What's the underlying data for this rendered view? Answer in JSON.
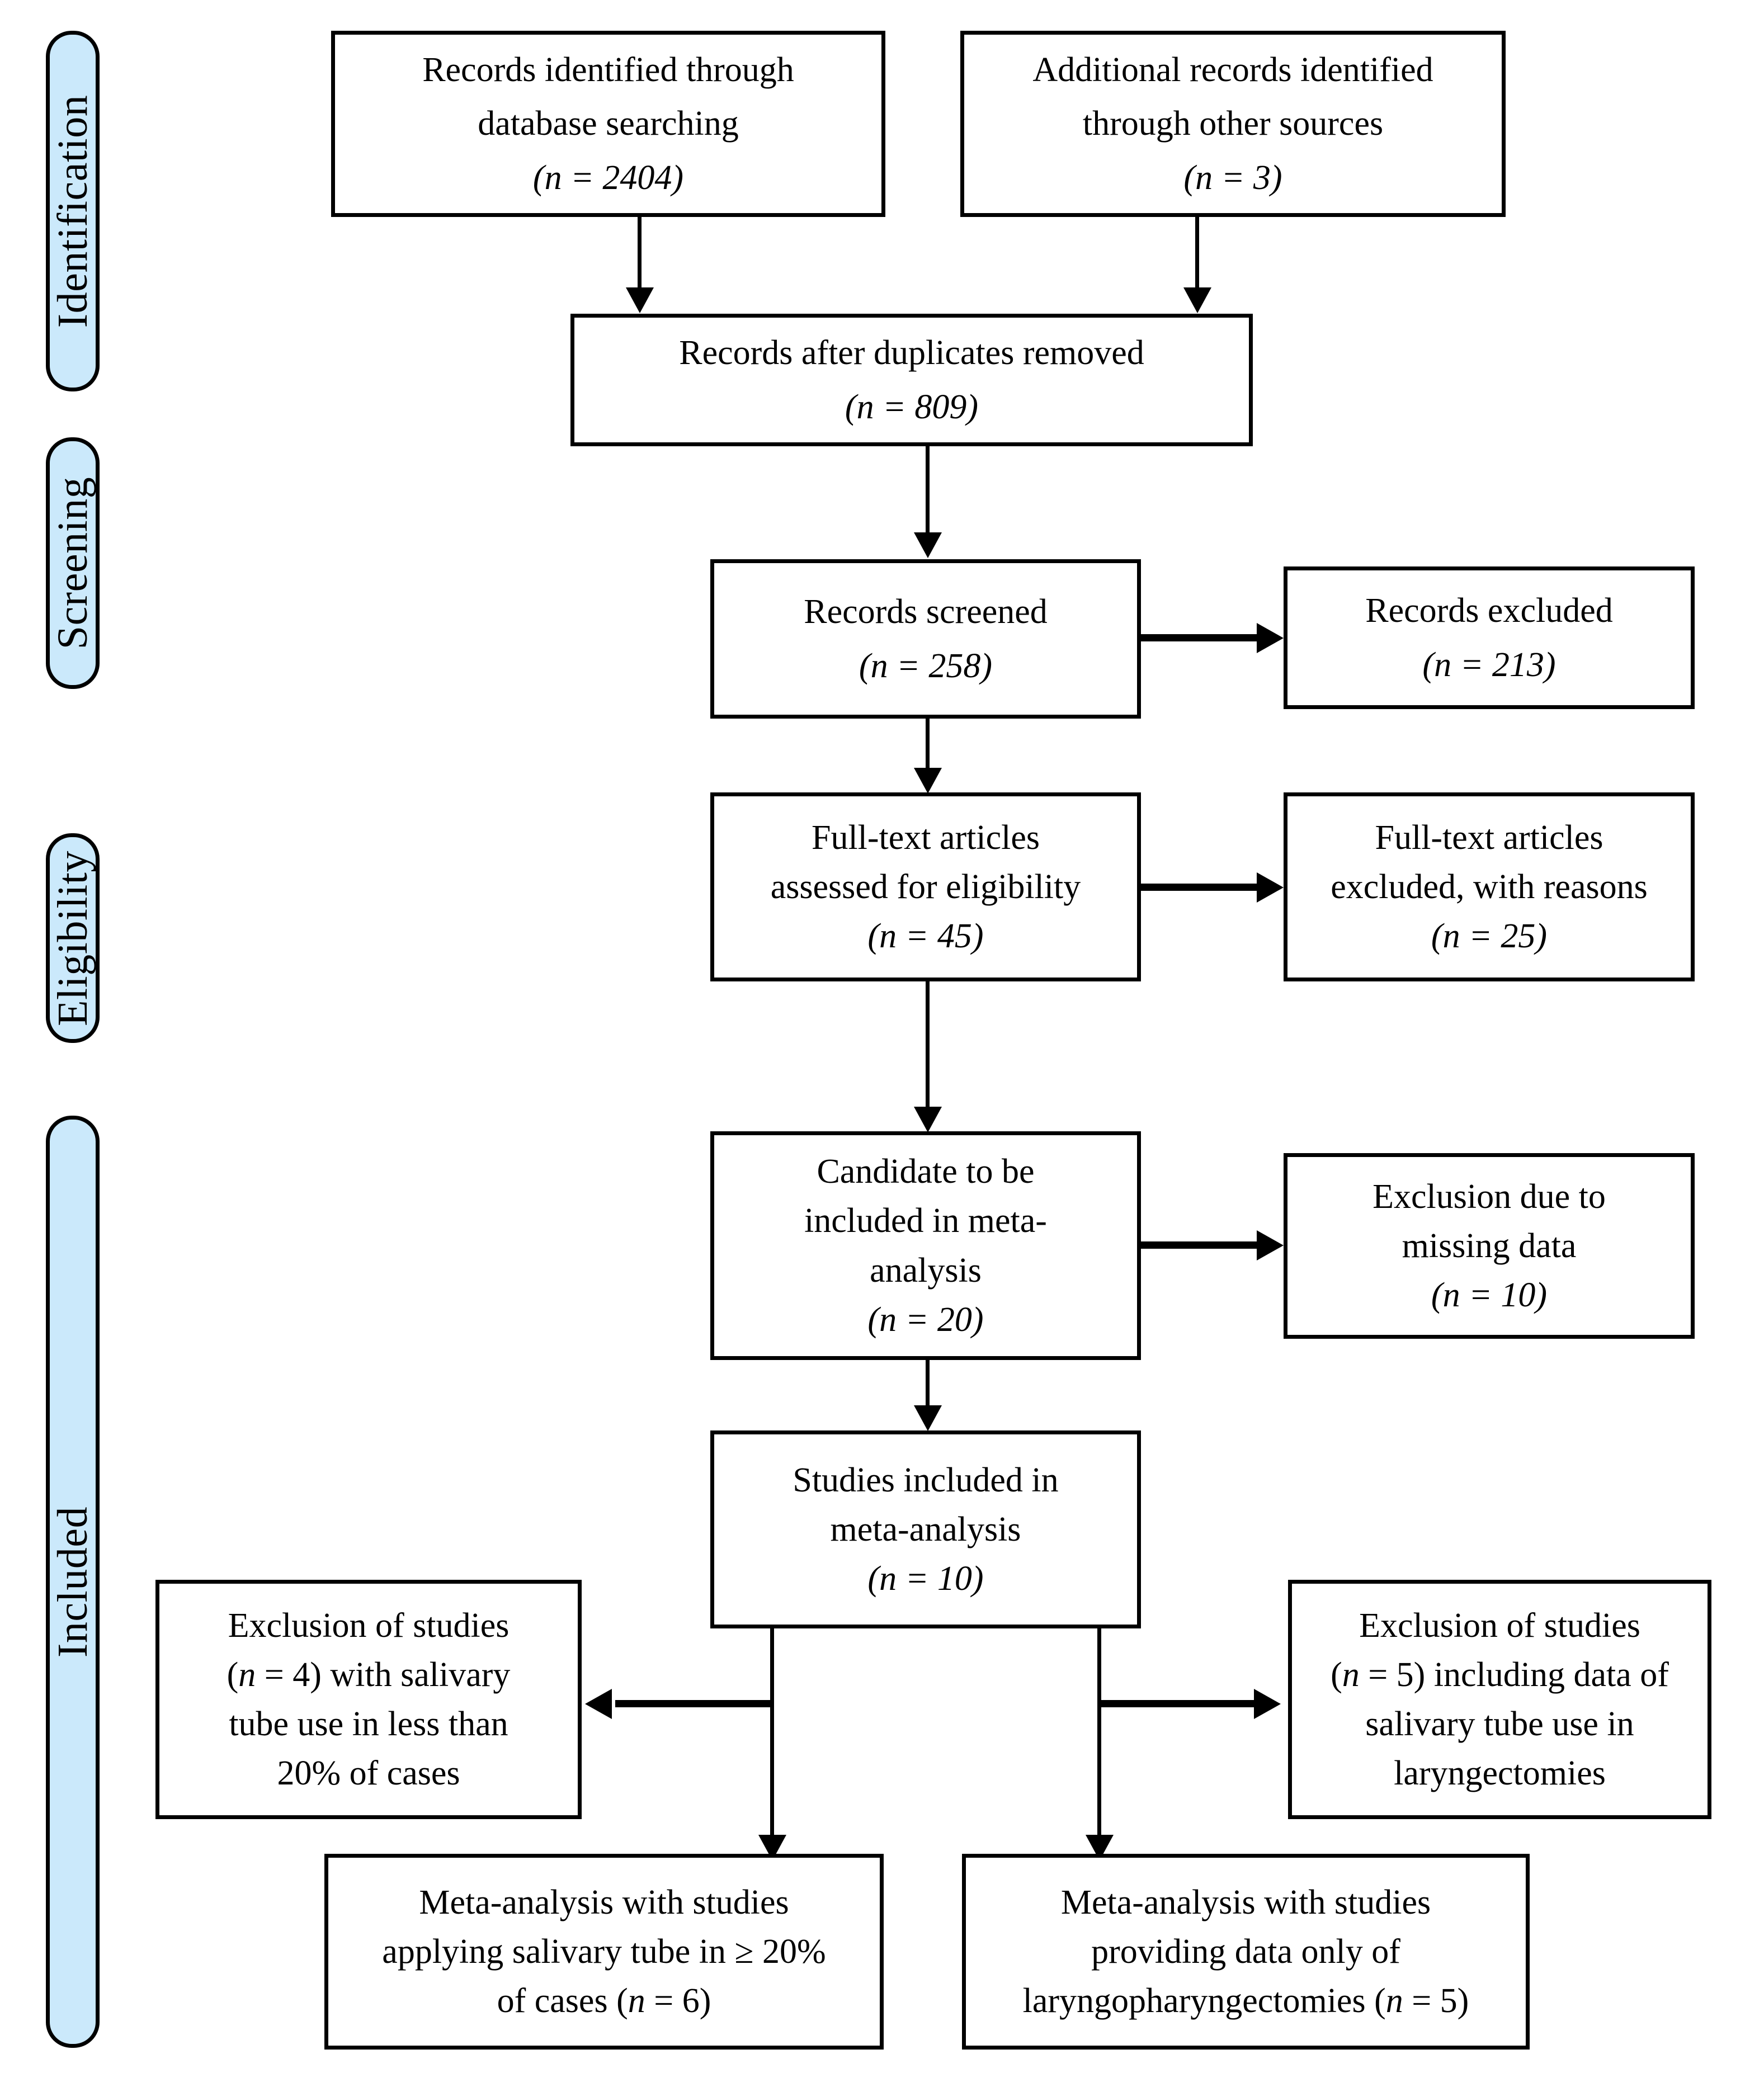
{
  "diagram": {
    "type": "prisma-flow-diagram",
    "accent_color": "#cbe9fb",
    "line_color": "#000000",
    "background_color": "#ffffff",
    "stages": [
      {
        "id": "identification",
        "label": "Identification"
      },
      {
        "id": "screening",
        "label": "Screening"
      },
      {
        "id": "eligibility",
        "label": "Eligibility"
      },
      {
        "id": "included",
        "label": "Included"
      }
    ],
    "nodes": [
      {
        "id": "records-identified-database",
        "lines": [
          "Records identified through",
          "database searching"
        ],
        "count_label": "(n = 2404)",
        "n": 2404
      },
      {
        "id": "additional-records-other-sources",
        "lines": [
          "Additional records identified",
          "through other sources"
        ],
        "count_label": "(n = 3)",
        "n": 3
      },
      {
        "id": "records-after-duplicates-removed",
        "lines": [
          "Records after duplicates removed"
        ],
        "count_label": "(n = 809)",
        "n": 809
      },
      {
        "id": "records-screened",
        "lines": [
          "Records screened"
        ],
        "count_label": "(n = 258)",
        "n": 258
      },
      {
        "id": "records-excluded",
        "lines": [
          "Records excluded"
        ],
        "count_label": "(n = 213)",
        "n": 213
      },
      {
        "id": "fulltext-assessed",
        "lines": [
          "Full-text articles",
          "assessed for eligibility"
        ],
        "count_label": "(n = 45)",
        "n": 45
      },
      {
        "id": "fulltext-excluded",
        "lines": [
          "Full-text articles",
          "excluded, with reasons"
        ],
        "count_label": "(n = 25)",
        "n": 25
      },
      {
        "id": "candidate-meta-analysis",
        "lines": [
          "Candidate to be",
          "included in meta-",
          "analysis"
        ],
        "count_label": "(n = 20)",
        "n": 20
      },
      {
        "id": "exclusion-missing-data",
        "lines": [
          "Exclusion due to",
          "missing data"
        ],
        "count_label": "(n = 10)",
        "n": 10
      },
      {
        "id": "studies-included",
        "lines": [
          "Studies included in",
          "meta-analysis"
        ],
        "count_label": "(n = 10)",
        "n": 10
      },
      {
        "id": "exclusion-salivary-tube-lt20",
        "html_lines": [
          "Exclusion of studies",
          "(<i>n</i> = 4) with salivary",
          "tube use in less than",
          "20% of cases"
        ],
        "n": 4
      },
      {
        "id": "exclusion-laryngectomies",
        "html_lines": [
          "Exclusion of studies",
          "(<i>n</i> = 5) including data of",
          "salivary tube use in",
          "laryngectomies"
        ],
        "n": 5
      },
      {
        "id": "meta-analysis-ge20",
        "html_lines": [
          "Meta-analysis with studies",
          "applying salivary tube in ≥ 20%",
          "of cases (<i>n</i> = 6)"
        ],
        "n": 6
      },
      {
        "id": "meta-analysis-laryngopharyngectomies",
        "html_lines": [
          "Meta-analysis with studies",
          "providing data only of",
          "laryngopharyngectomies (<i>n</i> = 5)"
        ],
        "n": 5
      }
    ]
  }
}
